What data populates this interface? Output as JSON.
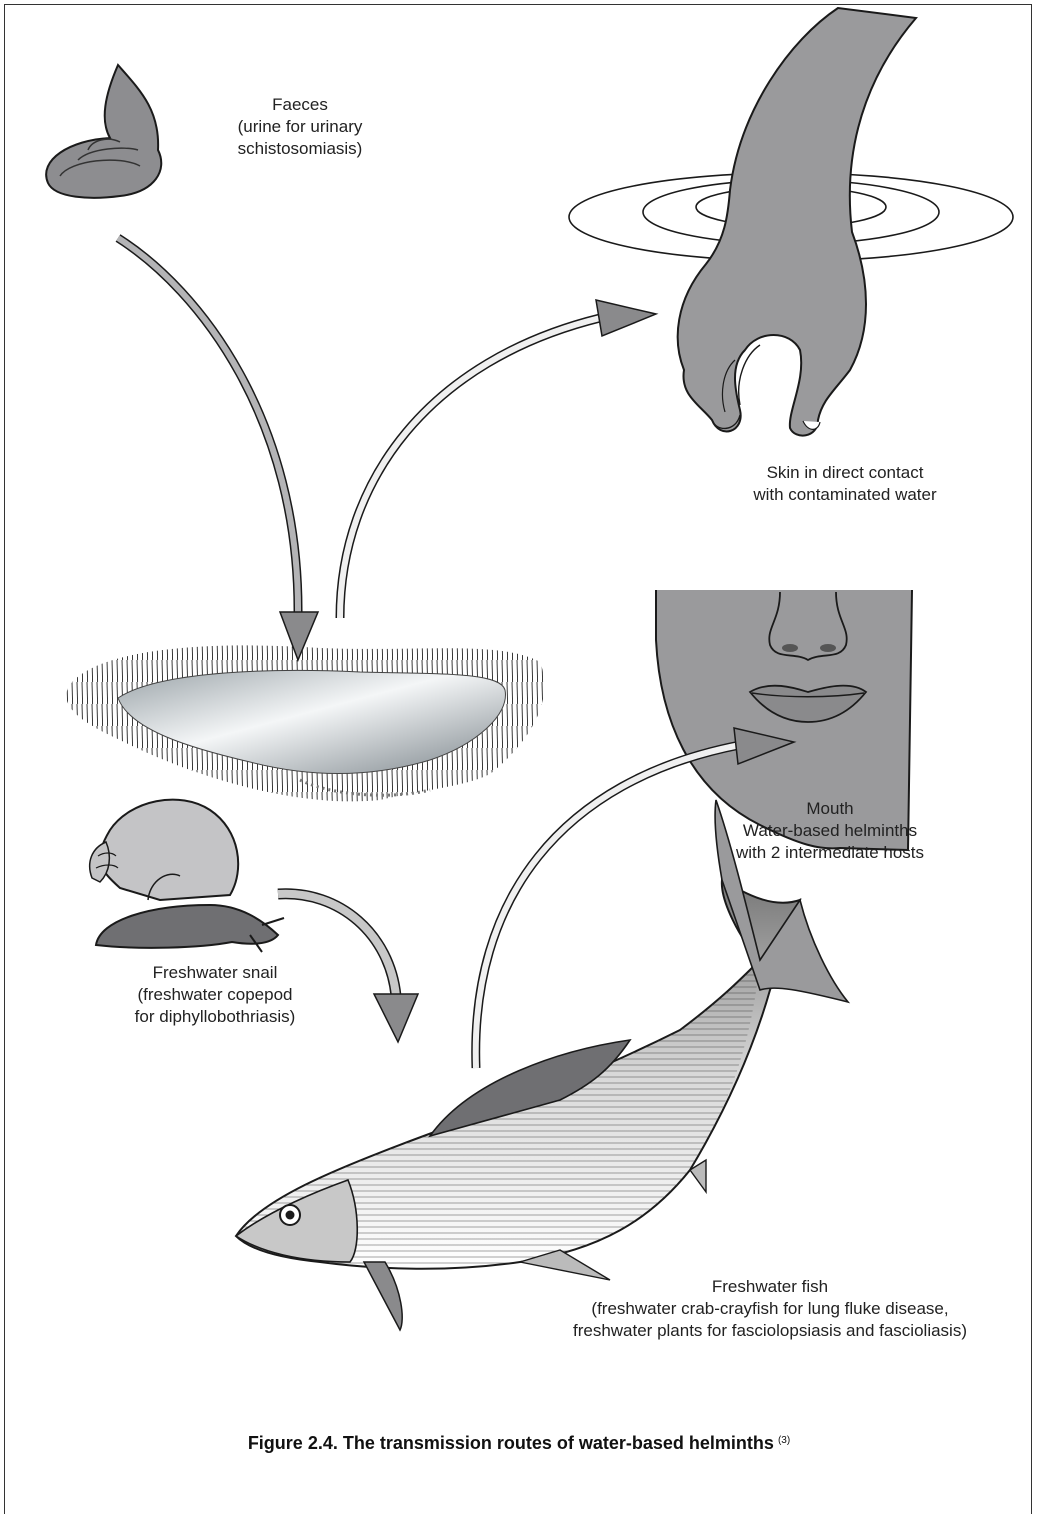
{
  "labels": {
    "faeces": [
      "Faeces",
      "(urine for urinary",
      "schistosomiasis)"
    ],
    "skin": [
      "Skin in direct contact",
      "with contaminated water"
    ],
    "mouth": [
      "Mouth",
      "Water-based helminths",
      "with 2 intermediate hosts"
    ],
    "snail": [
      "Freshwater snail",
      "(freshwater copepod",
      "for diphyllobothriasis)"
    ],
    "fish": [
      "Freshwater fish",
      "(freshwater crab-crayfish for lung fluke disease,",
      "freshwater plants for fasciolopsiasis and fascioliasis)"
    ]
  },
  "caption": {
    "text": "Figure  2.4. The transmission routes of water-based helminths",
    "ref": "(3)"
  },
  "colors": {
    "figure_gray": "#9a9a9c",
    "dark_gray": "#6f6f72",
    "line": "#1a1a1a"
  }
}
